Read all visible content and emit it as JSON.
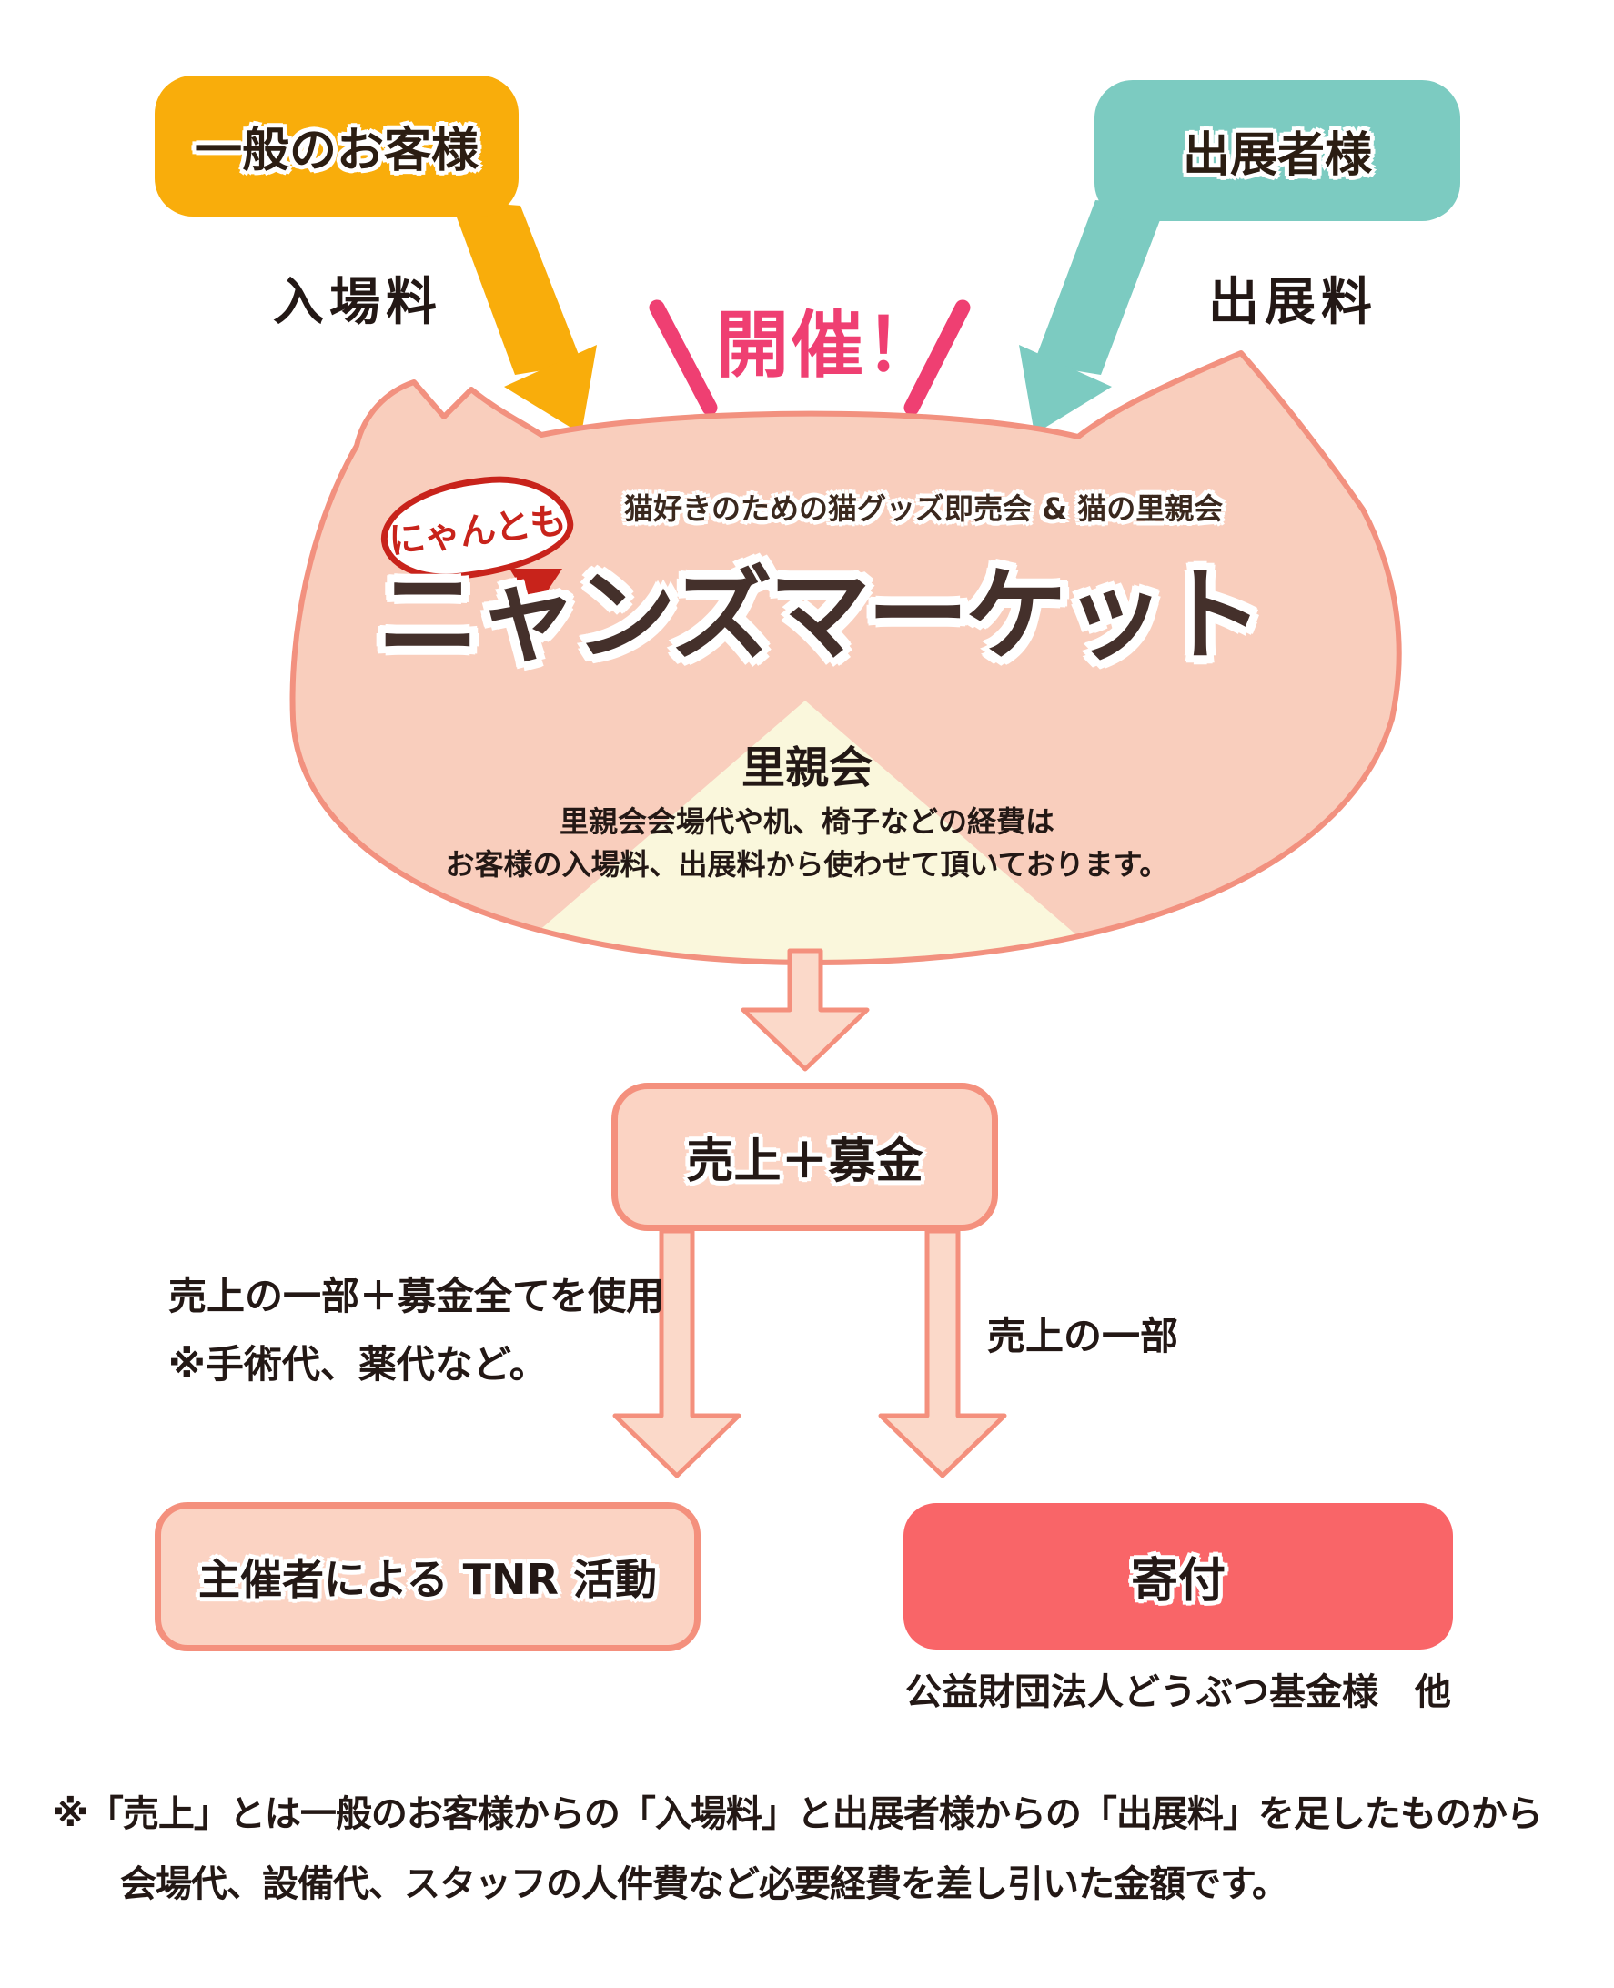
{
  "palette": {
    "customer_orange": "#F9AD0B",
    "exhibitor_teal": "#7CCBC1",
    "accent_pink": "#EF3F72",
    "cat_head_fill": "#F9CEBD",
    "cat_head_stroke": "#F2917F",
    "adoption_wedge_cream": "#FAF7DC",
    "box_fill": "#FBD3C3",
    "box_stroke": "#F4907D",
    "donation_red": "#F96568",
    "badge_red": "#C8231B",
    "text_dark": "#231815",
    "logo_brown": "#44302B"
  },
  "top": {
    "customer_bubble": "一般のお客様",
    "exhibitor_bubble": "出展者様",
    "admission_label": "入場料",
    "exhibition_label": "出展料",
    "kaisai_label": "開催！"
  },
  "cat": {
    "badge": "にゃんとも",
    "tagline": "猫好きのための猫グッズ即売会 & 猫の里親会",
    "logo": "ニャンズマーケット",
    "adoption_title": "里親会",
    "adoption_desc1": "里親会会場代や机、椅子などの経費は",
    "adoption_desc2": "お客様の入場料、出展料から使わせて頂いております。"
  },
  "flow": {
    "sales_box": "売上＋募金",
    "left_note1": "売上の一部＋募金全てを使用",
    "left_note2": "※手術代、薬代など。",
    "right_note": "売上の一部",
    "tnr_box": "主催者による TNR 活動",
    "donation_box": "寄付",
    "donation_caption": "公益財団法人どうぶつ基金様　他"
  },
  "footnote": {
    "line1": "※「売上」とは一般のお客様からの「入場料」と出展者様からの「出展料」を足したものから",
    "line2": "会場代、設備代、スタッフの人件費など必要経費を差し引いた金額です。"
  }
}
